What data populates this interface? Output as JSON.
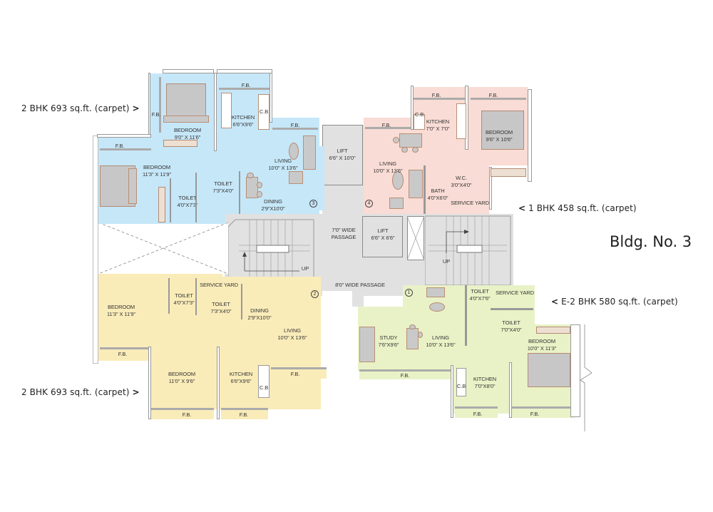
{
  "title": "Bldg. No. 3",
  "unit_labels": [
    {
      "id": "top-left",
      "text": "2 BHK 693 sq.ft. (carpet)",
      "arrow": ">"
    },
    {
      "id": "top-right",
      "text": "1 BHK 458 sq.ft. (carpet)",
      "arrow": "<"
    },
    {
      "id": "bottom-right",
      "text": "E-2 BHK 580 sq.ft. (carpet)",
      "arrow": "<"
    },
    {
      "id": "bottom-left",
      "text": "2 BHK 693 sq.ft. (carpet)",
      "arrow": ">"
    }
  ],
  "colors": {
    "unit_3_blue": "#c6e7f8",
    "unit_4_pink": "#f9dcd5",
    "unit_2_yellow": "#faecb9",
    "unit_1_green": "#e9f2c6",
    "common_grey": "#e1e1e1",
    "furniture_outline": "#b48a72"
  },
  "units": {
    "unit3": {
      "number": "3",
      "rooms": {
        "fb_top": "F.B.",
        "fb_left_vertical": "F.B.",
        "fb_left": "F.B.",
        "fb_living": "F.B.",
        "bedroom1": {
          "name": "BEDROOM",
          "dims": "9'0\" X 11'6\""
        },
        "kitchen": {
          "name": "KITCHEN",
          "dims": "6'6\"X9'6\""
        },
        "cb": "C.B",
        "bedroom2": {
          "name": "BEDROOM",
          "dims": "11'3\" X 11'9\""
        },
        "living": {
          "name": "LIVING",
          "dims": "10'0\" X 13'6\""
        },
        "toilet1": {
          "name": "TOILET",
          "dims": "7'3\"X4'0\""
        },
        "toilet2": {
          "name": "TOILET",
          "dims": "4'0\"X7'3\""
        },
        "dining": {
          "name": "DINING",
          "dims": "2'9\"X10'0\""
        }
      }
    },
    "unit4": {
      "number": "4",
      "rooms": {
        "fb_kitchen": "F.B.",
        "fb_bedroom": "F.B.",
        "fb_living": "F.B.",
        "cb": "C.B.",
        "kitchen": {
          "name": "KITCHEN",
          "dims": "7'0\" X 7'0\""
        },
        "bedroom": {
          "name": "BEDROOM",
          "dims": "9'6\" X 10'6\""
        },
        "living": {
          "name": "LIVING",
          "dims": "10'0\" X 13'6\""
        },
        "wc": {
          "name": "W.C.",
          "dims": "3'0\"X4'0\""
        },
        "bath": {
          "name": "BATH",
          "dims": "4'0\"X6'0\""
        },
        "service_yard": "SERVICE YARD"
      }
    },
    "unit2": {
      "number": "2",
      "rooms": {
        "bedroom1": {
          "name": "BEDROOM",
          "dims": "11'3\" X 11'9\""
        },
        "toilet1": {
          "name": "TOILET",
          "dims": "4'0\"X7'3\""
        },
        "service_yard": "SERVICE YARD",
        "toilet2": {
          "name": "TOILET",
          "dims": "7'3\"X4'0\""
        },
        "dining": {
          "name": "DINING",
          "dims": "2'9\"X10'0\""
        },
        "living": {
          "name": "LIVING",
          "dims": "10'0\" X 13'6\""
        },
        "fb_bed1": "F.B.",
        "fb_living": "F.B.",
        "bedroom2": {
          "name": "BEDROOM",
          "dims": "11'0\" X 9'6\""
        },
        "kitchen": {
          "name": "KITCHEN",
          "dims": "6'6\"X9'6\""
        },
        "cb": "C.B",
        "fb_bed2": "F.B.",
        "fb_kitchen": "F.B."
      }
    },
    "unit1": {
      "number": "1",
      "rooms": {
        "toilet1": {
          "name": "TOILET",
          "dims": "4'0\"X7'6\""
        },
        "service_yard": "SERVICE YARD",
        "toilet2": {
          "name": "TOILET",
          "dims": "7'0\"X4'0\""
        },
        "study": {
          "name": "STUDY",
          "dims": "7'6\"X9'6\""
        },
        "living": {
          "name": "LIVING",
          "dims": "10'0\" X 13'6\""
        },
        "bedroom": {
          "name": "BEDROOM",
          "dims": "10'0\" X 11'3\""
        },
        "fb_study": "F.B.",
        "kitchen": {
          "name": "KITCHEN",
          "dims": "7'0\"X8'0\""
        },
        "cb": "C.B",
        "fb_kitchen": "F.B.",
        "fb_bedroom": "F.B."
      }
    }
  },
  "common": {
    "lift1": {
      "name": "LIFT",
      "dims": "6'6\" X 10'0\""
    },
    "lift2": {
      "name": "LIFT",
      "dims": "6'6\" X 6'6\""
    },
    "passage1": {
      "line1": "7'0\" WIDE",
      "line2": "PASSAGE"
    },
    "passage2": "8'0\" WIDE PASSAGE",
    "stair_left_up": "UP",
    "stair_right_up": "UP"
  }
}
